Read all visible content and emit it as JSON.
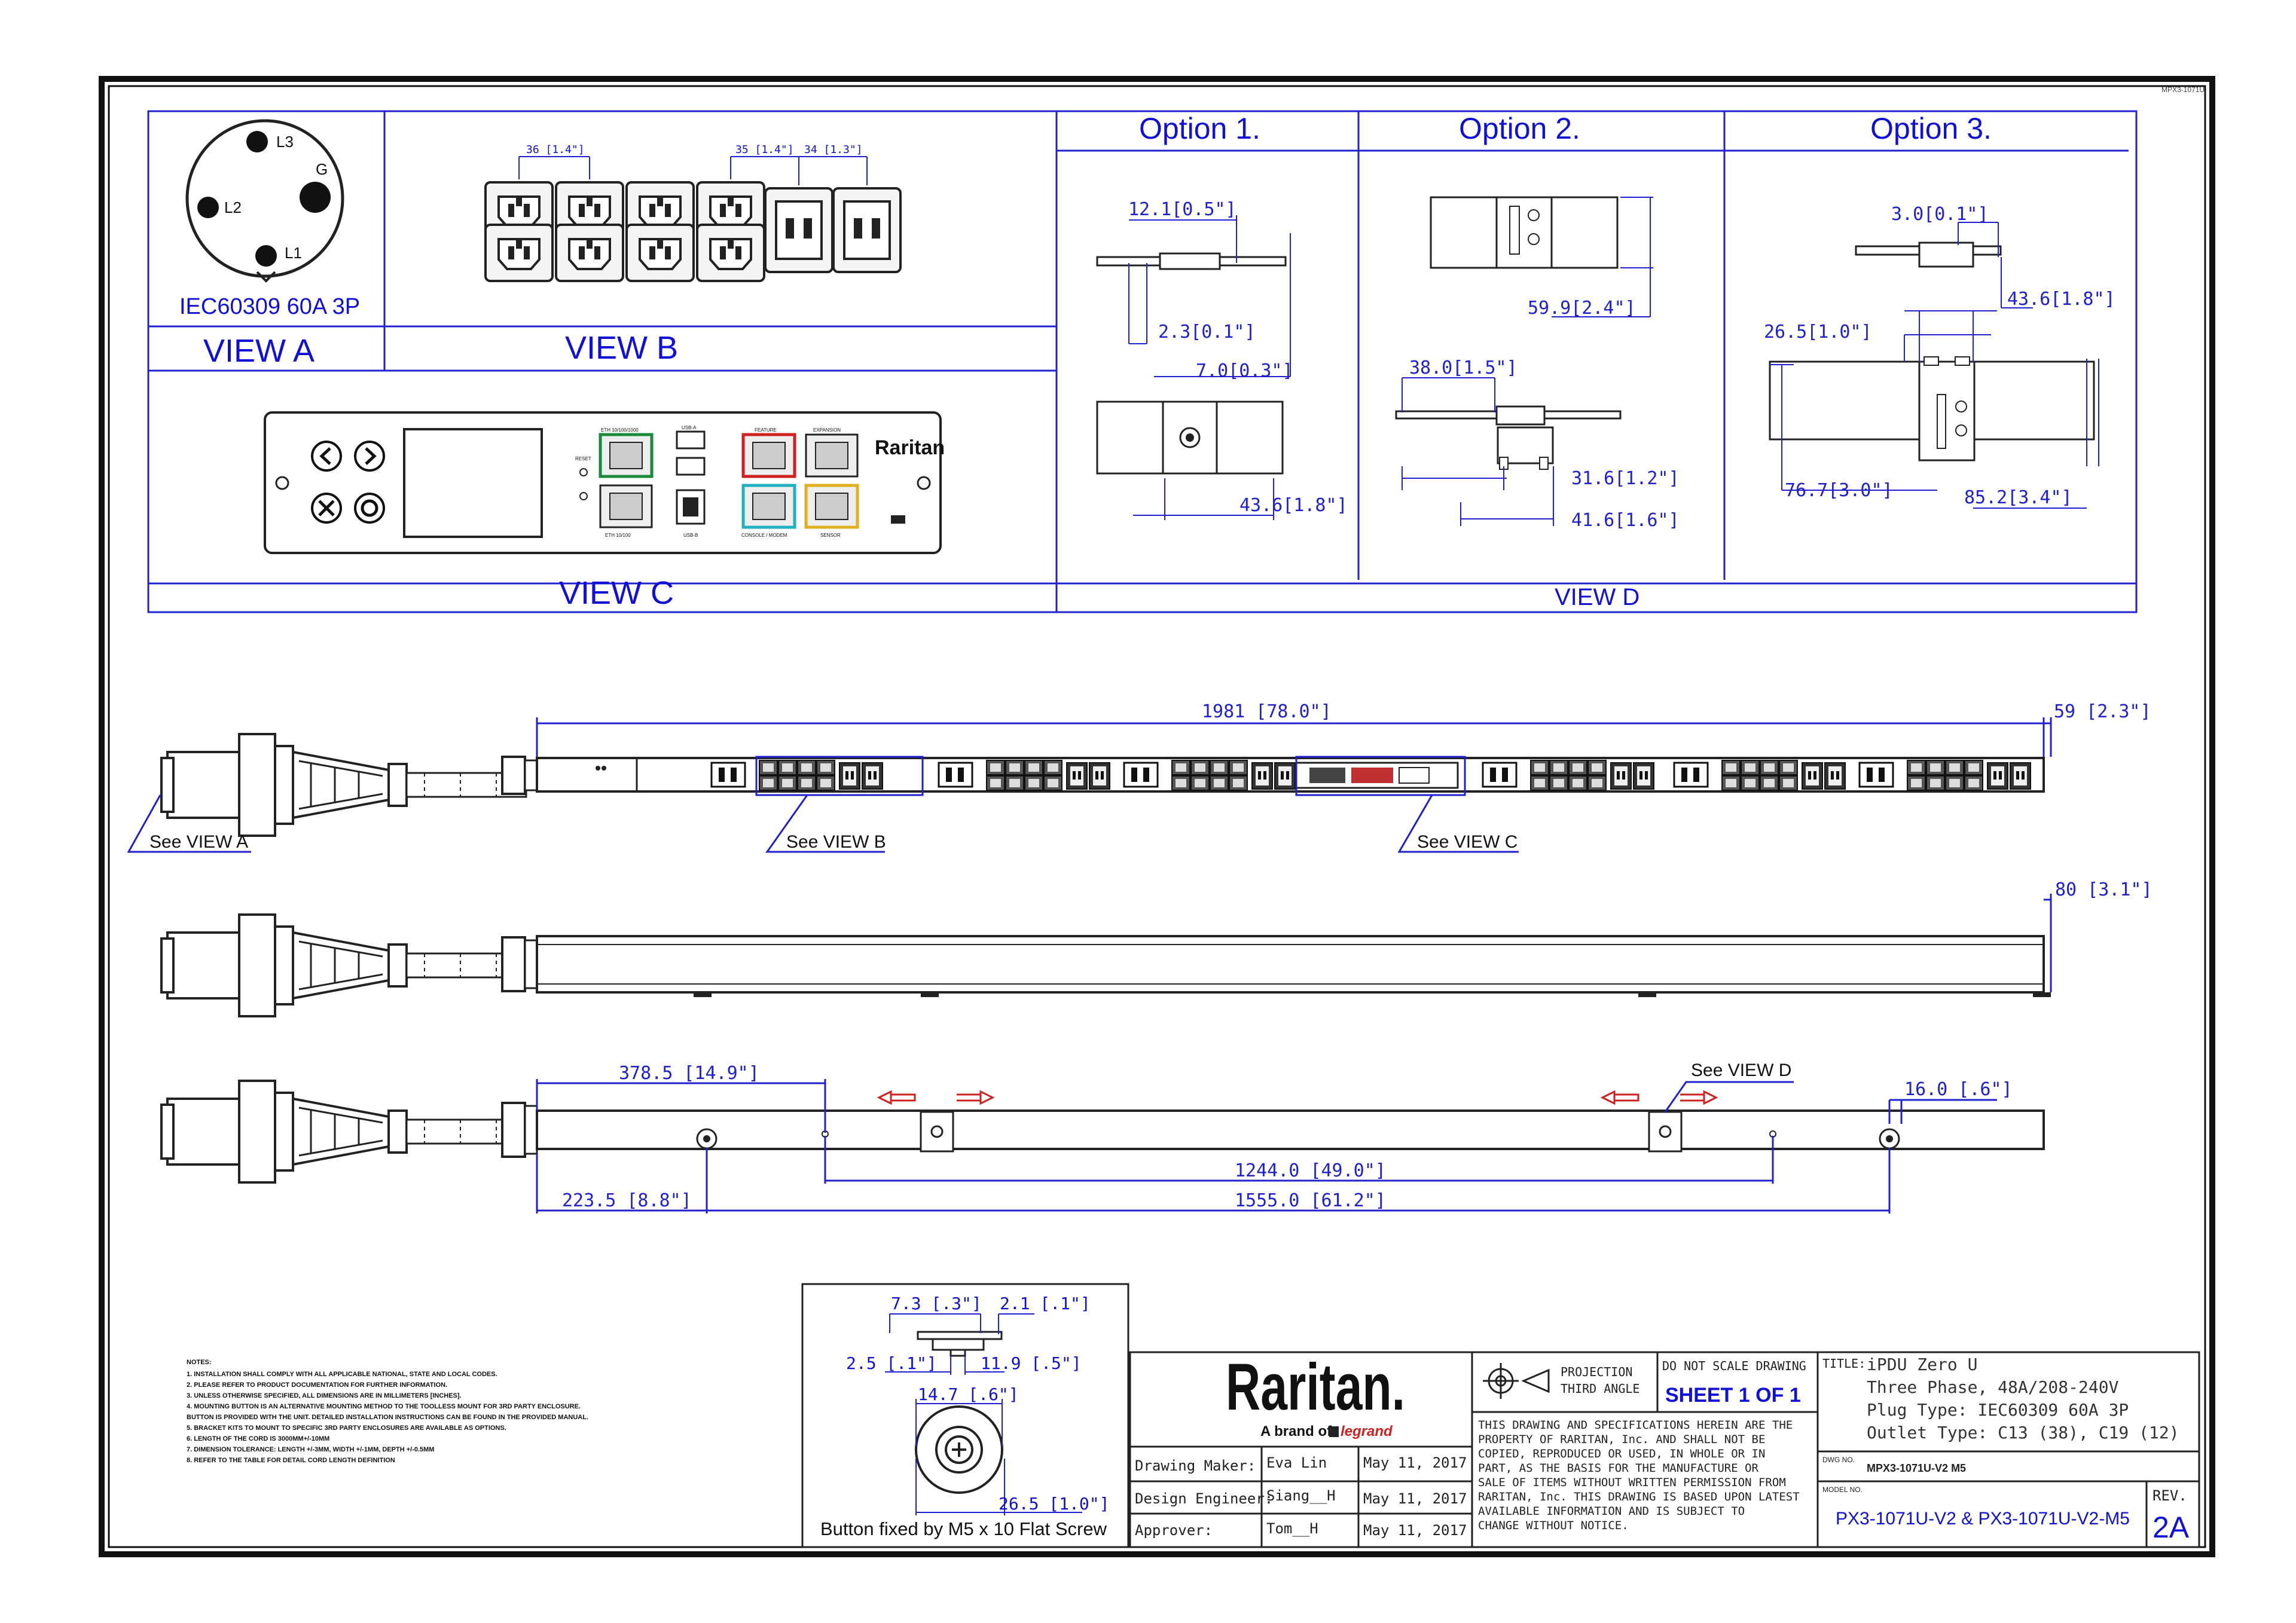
{
  "top_right_code": "MPX3-1071U",
  "views": {
    "a": {
      "label": "VIEW A",
      "caption": "IEC60309 60A 3P",
      "pins": [
        "L3",
        "G",
        "L2",
        "L1"
      ]
    },
    "b": {
      "label": "VIEW B",
      "dims": [
        "36 [1.4\"]",
        "35 [1.4\"]",
        "34 [1.3\"]"
      ]
    },
    "c": {
      "label": "VIEW C",
      "brand": "Raritan",
      "port_labels": [
        "ETH 10/100/1000",
        "USB-A",
        "FEATURE",
        "EXPANSION",
        "RESET",
        "ETH 10/100",
        "USB-B",
        "CONSOLE / MODEM",
        "SENSOR"
      ]
    },
    "d": {
      "label": "VIEW D"
    }
  },
  "options": [
    {
      "title": "Option 1.",
      "dims": [
        "12.1[0.5\"]",
        "2.3[0.1\"]",
        "7.0[0.3\"]",
        "43.6[1.8\"]"
      ]
    },
    {
      "title": "Option  2.",
      "dims": [
        "59.9[2.4\"]",
        "38.0[1.5\"]",
        "31.6[1.2\"]",
        "41.6[1.6\"]"
      ]
    },
    {
      "title": "Option 3.",
      "dims": [
        "3.0[0.1\"]",
        "43.6[1.8\"]",
        "26.5[1.0\"]",
        "76.7[3.0\"]",
        "85.2[3.4\"]"
      ]
    }
  ],
  "main_views": {
    "length": "1981  [78.0\"]",
    "end_width": "59  [2.3\"]",
    "depth": "80  [3.1\"]",
    "see_a": "See VIEW A",
    "see_b": "See VIEW B",
    "see_c": "See VIEW C",
    "see_d": "See VIEW D",
    "bottom_dims": [
      "378.5  [14.9\"]",
      "16.0  [.6\"]",
      "1244.0  [49.0\"]",
      "223.5  [8.8\"]",
      "1555.0  [61.2\"]"
    ]
  },
  "button_detail": {
    "caption": "Button fixed by M5 x 10 Flat Screw",
    "dims": [
      "7.3  [.3\"]",
      "2.1  [.1\"]",
      "2.5  [.1\"]",
      "11.9  [.5\"]",
      "14.7  [.6\"]",
      "26.5  [1.0\"]"
    ]
  },
  "notes": {
    "heading": "NOTES:",
    "lines": [
      "1. INSTALLATION SHALL COMPLY WITH ALL APPLICABLE NATIONAL, STATE AND LOCAL CODES.",
      "2. PLEASE REFER TO PRODUCT DOCUMENTATION FOR FURTHER INFORMATION.",
      "3. UNLESS OTHERWISE SPECIFIED, ALL DIMENSIONS ARE IN MILLIMETERS [INCHES].",
      "4. MOUNTING BUTTON IS AN ALTERNATIVE MOUNTING METHOD TO THE TOOLLESS MOUNT FOR 3RD PARTY ENCLOSURE.",
      "   BUTTON IS PROVIDED WITH THE UNIT. DETAILED INSTALLATION INSTRUCTIONS CAN BE FOUND IN THE PROVIDED MANUAL.",
      "5. BRACKET KITS TO MOUNT TO SPECIFIC 3RD PARTY ENCLOSURES ARE AVAILABLE AS OPTIONS.",
      "6. LENGTH OF THE CORD IS 3000MM+/-10MM",
      "7. DIMENSION TOLERANCE: LENGTH +/-3MM, WIDTH +/-1MM, DEPTH +/-0.5MM",
      "8. REFER TO THE TABLE FOR DETAIL CORD LENGTH DEFINITION"
    ]
  },
  "title_block": {
    "brand": "Raritan.",
    "brand_sub": "A brand of",
    "brand_parent": "legrand",
    "rows": [
      {
        "role": "Drawing Maker:",
        "name": "Eva Lin",
        "date": "May 11, 2017"
      },
      {
        "role": "Design Engineer:",
        "name": "Siang__H",
        "date": "May 11, 2017"
      },
      {
        "role": "Approver:",
        "name": "Tom__H",
        "date": "May 11, 2017"
      }
    ],
    "projection": "PROJECTION",
    "projection_angle": "THIRD ANGLE",
    "do_not_scale": "DO NOT SCALE DRAWING",
    "sheet": "SHEET 1 OF 1",
    "disclaimer": [
      "THIS DRAWING AND SPECIFICATIONS HEREIN ARE THE",
      "PROPERTY OF RARITAN, Inc. AND SHALL NOT BE",
      "COPIED, REPRODUCED OR USED, IN WHOLE OR IN",
      "PART, AS THE BASIS FOR THE MANUFACTURE OR",
      "SALE OF ITEMS WITHOUT WRITTEN PERMISSION FROM",
      "RARITAN, Inc. THIS DRAWING IS BASED UPON LATEST",
      "AVAILABLE INFORMATION AND IS SUBJECT TO",
      "CHANGE WITHOUT NOTICE."
    ],
    "title_label": "TITLE:",
    "title_lines": [
      "iPDU Zero U",
      "Three Phase, 48A/208-240V",
      "Plug Type: IEC60309 60A 3P",
      "Outlet Type: C13 (38), C19 (12)"
    ],
    "dwg_label": "DWG NO.",
    "dwg_no": "MPX3-1071U-V2 M5",
    "model_label": "MODEL NO.",
    "model_no": "PX3-1071U-V2 & PX3-1071U-V2-M5",
    "rev_label": "REV.",
    "rev": "2A"
  }
}
